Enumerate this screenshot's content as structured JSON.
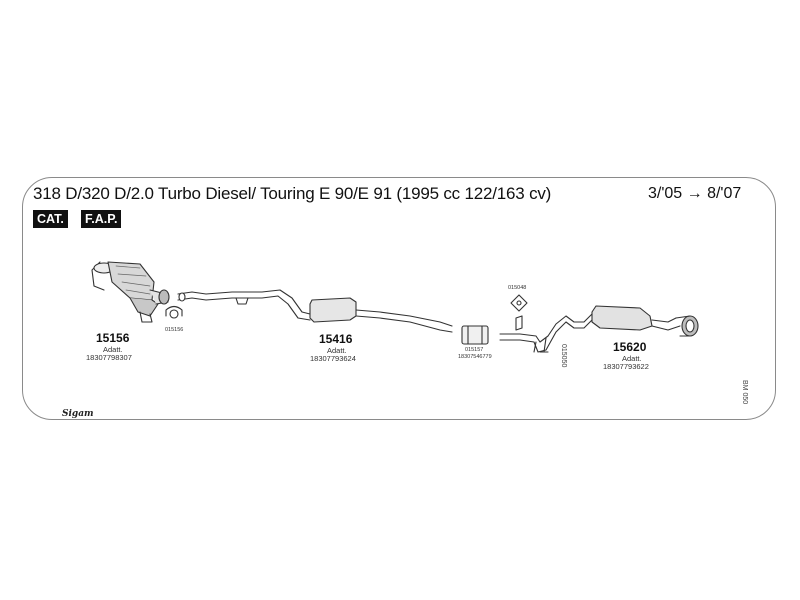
{
  "header": {
    "title": "318 D/320 D/2.0 Turbo Diesel/ Touring E 90/E 91 (1995 cc 122/163 cv)",
    "date_range": "3/'05 → 8/'07",
    "tags": [
      "CAT.",
      "F.A.P."
    ]
  },
  "parts": [
    {
      "number": "15156",
      "adapt_label": "Adatt.",
      "ref": "18307798307"
    },
    {
      "number": "15416",
      "adapt_label": "Adatt.",
      "ref": "18307793624"
    },
    {
      "number": "15620",
      "adapt_label": "Adatt.",
      "ref": "18307793622"
    }
  ],
  "fittings": {
    "gasket": "015156",
    "clamp": "015157",
    "clamp_ref": "18307546779",
    "hanger": "015048",
    "bracket": "015050"
  },
  "side_code": "BM 050",
  "logo": "Sigam"
}
